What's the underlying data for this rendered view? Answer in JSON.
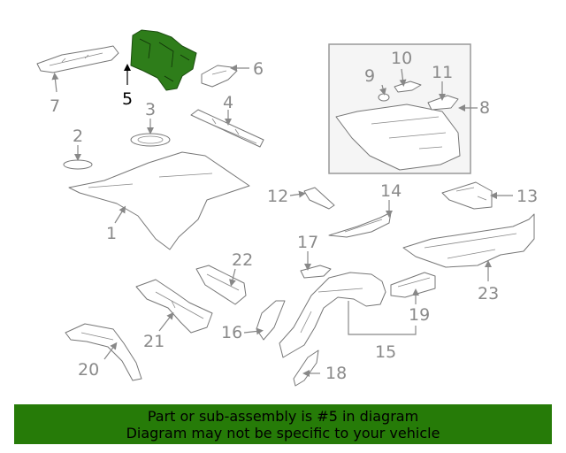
{
  "highlight_color": "#267b08",
  "highlighted_part": "5",
  "callouts": [
    "1",
    "2",
    "3",
    "4",
    "5",
    "6",
    "7",
    "8",
    "9",
    "10",
    "11",
    "12",
    "13",
    "14",
    "15",
    "16",
    "17",
    "18",
    "19",
    "20",
    "21",
    "22",
    "23"
  ],
  "banner": {
    "line1": "Part or sub-assembly is #5 in diagram",
    "line2": "Diagram may not be specific to your vehicle"
  }
}
